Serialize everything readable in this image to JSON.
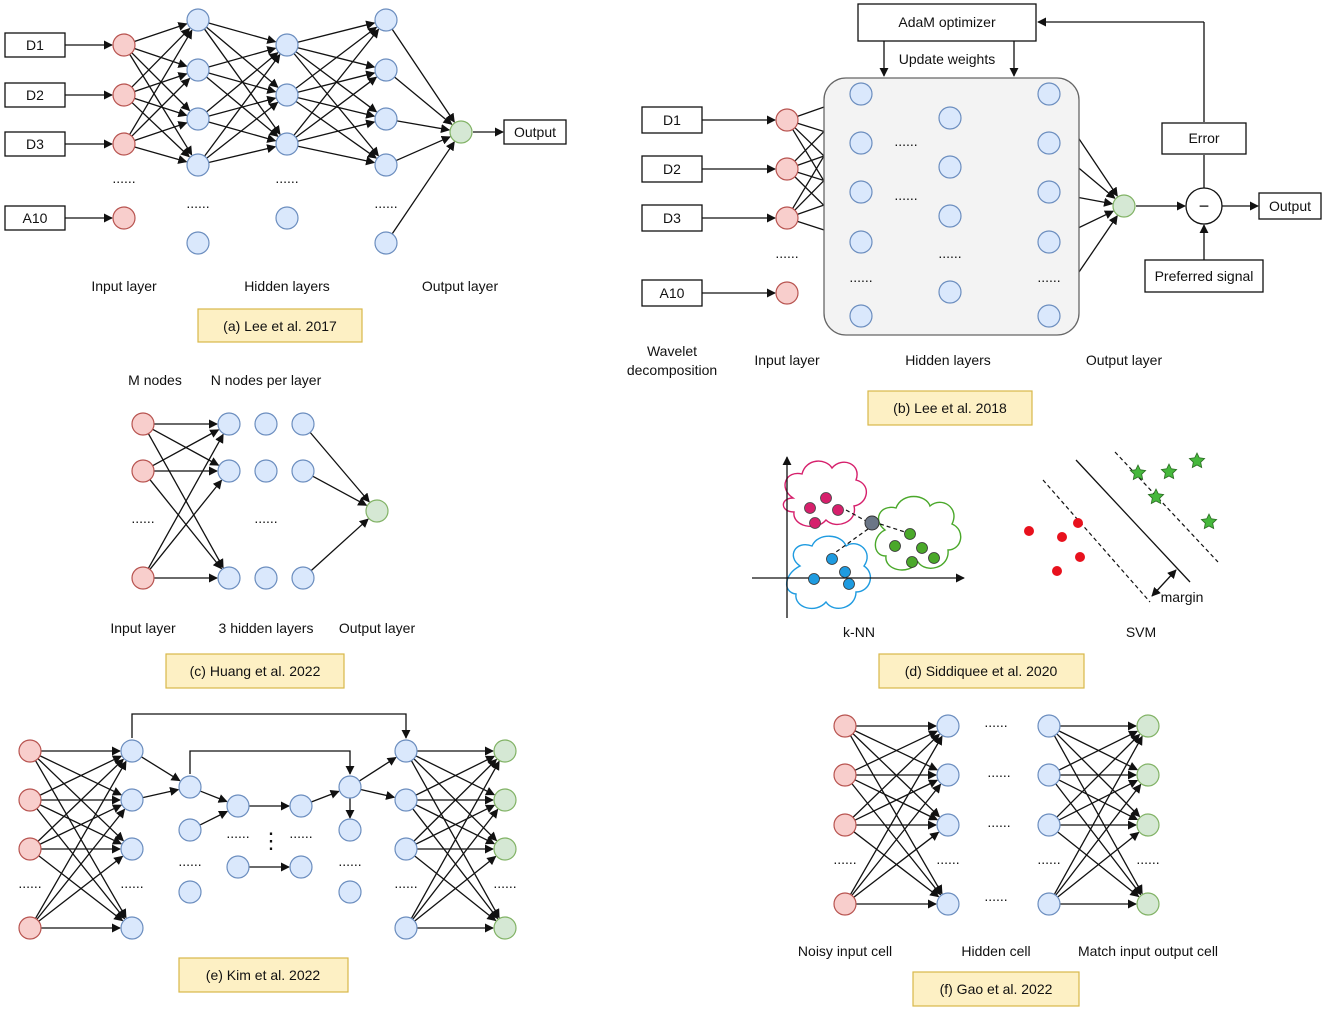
{
  "panel_a": {
    "inputs": [
      "D1",
      "D2",
      "D3",
      "A10"
    ],
    "dots": "......",
    "output": "Output",
    "layer_labels": [
      "Input layer",
      "Hidden layers",
      "Output layer"
    ],
    "caption": "(a) Lee et al. 2017"
  },
  "panel_b": {
    "optimizer": "AdaM optimizer",
    "update": "Update weights",
    "inputs": [
      "D1",
      "D2",
      "D3",
      "A10"
    ],
    "dots": "......",
    "error": "Error",
    "minus": "−",
    "output": "Output",
    "preferred": "Preferred signal",
    "wavelet": [
      "Wavelet",
      "decomposition"
    ],
    "layer_labels": [
      "Input layer",
      "Hidden layers",
      "Output layer"
    ],
    "caption": "(b) Lee et al. 2018"
  },
  "panel_c": {
    "m_nodes": "M nodes",
    "n_nodes": "N nodes per layer",
    "dots": "......",
    "layer_labels": [
      "Input layer",
      "3 hidden layers",
      "Output layer"
    ],
    "caption": "(c) Huang et al. 2022"
  },
  "panel_d": {
    "knn": "k-NN",
    "svm": "SVM",
    "margin": "margin",
    "caption": "(d) Siddiquee et al. 2020"
  },
  "panel_e": {
    "dots": "......",
    "vdots": "⋮",
    "caption": "(e) Kim et al. 2022"
  },
  "panel_f": {
    "dots": "......",
    "layer_labels": [
      "Noisy input cell",
      "Hidden cell",
      "Match input output cell"
    ],
    "caption": "(f) Gao et al. 2022"
  },
  "colors": {
    "input_node": "#f8cecc",
    "hidden_node": "#dae8fc",
    "output_node": "#d5e8d4",
    "caption_fill": "#fdf0c4"
  }
}
